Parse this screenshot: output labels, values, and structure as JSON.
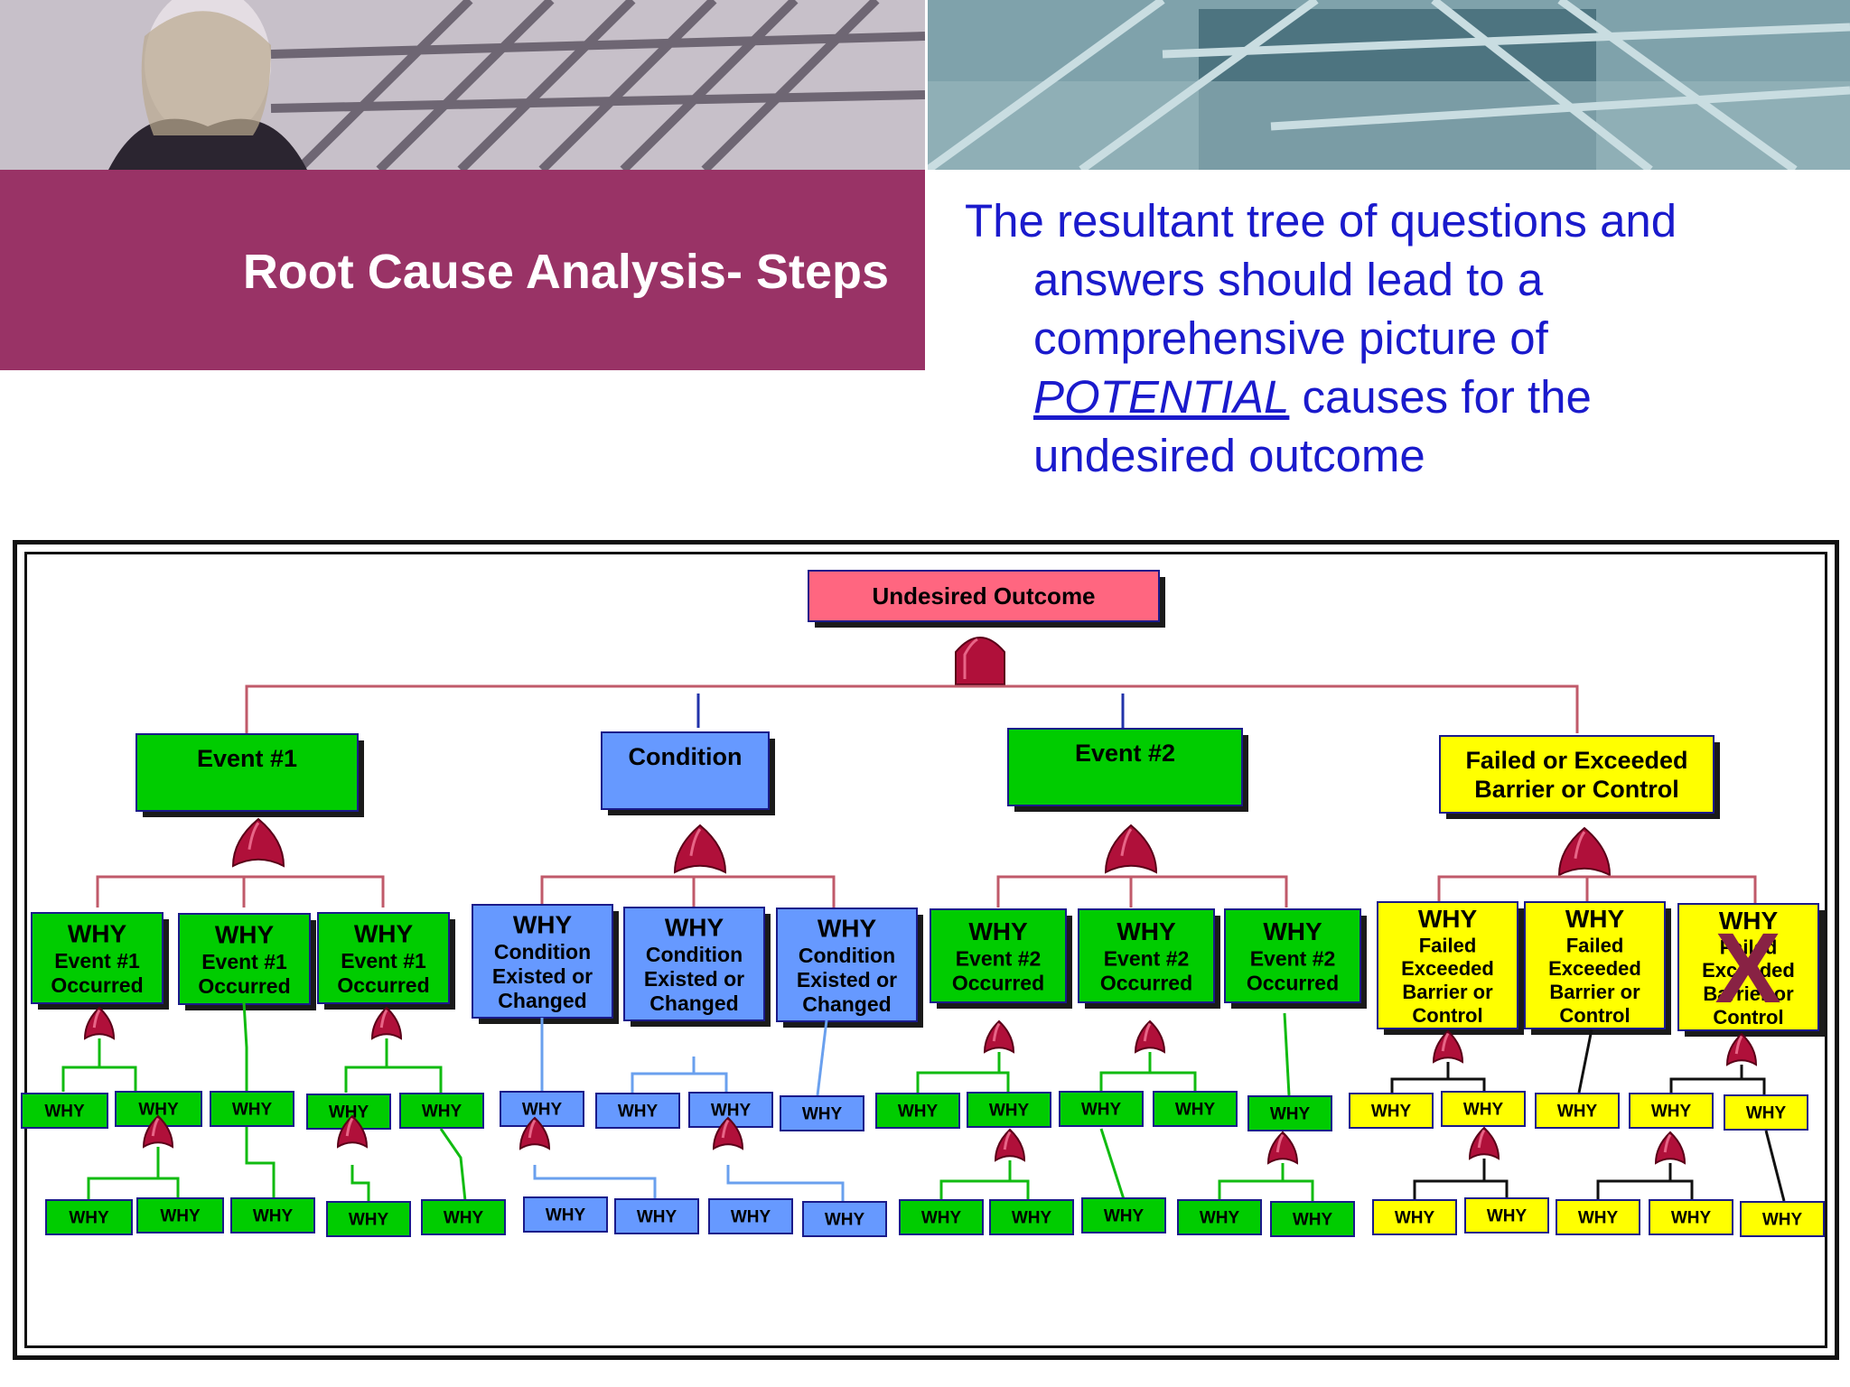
{
  "header": {
    "title": "Root Cause Analysis- Steps"
  },
  "body": {
    "line1": "The resultant tree of questions and",
    "line2": "answers should lead to a",
    "line3": "comprehensive picture of",
    "line4_em": "POTENTIAL",
    "line4_rest": " causes for the",
    "line5": "undesired outcome"
  },
  "colors": {
    "title_band": "#993366",
    "body_text": "#1a1acc",
    "event": "#00cc00",
    "condition": "#6699ff",
    "barrier": "#ffff00",
    "outcome": "#ff6680",
    "gate": "#b0103a",
    "cross_mark": "#882244"
  },
  "tree": {
    "root": "Undesired Outcome",
    "branches": [
      {
        "lines": [
          "Event #1"
        ],
        "color": "event"
      },
      {
        "lines": [
          "Condition"
        ],
        "color": "condition"
      },
      {
        "lines": [
          "Event #2"
        ],
        "color": "event"
      },
      {
        "lines": [
          "Failed or Exceeded",
          "Barrier or Control"
        ],
        "color": "barrier"
      }
    ],
    "whyBoxes": [
      [
        "WHY",
        "Event #1",
        "Occurred"
      ],
      [
        "WHY",
        "Event #1",
        "Occurred"
      ],
      [
        "WHY",
        "Event #1",
        "Occurred"
      ],
      [
        "WHY",
        "Condition",
        "Existed or",
        "Changed"
      ],
      [
        "WHY",
        "Condition",
        "Existed or",
        "Changed"
      ],
      [
        "WHY",
        "Condition",
        "Existed or",
        "Changed"
      ],
      [
        "WHY",
        "Event #2",
        "Occurred"
      ],
      [
        "WHY",
        "Event #2",
        "Occurred"
      ],
      [
        "WHY",
        "Event #2",
        "Occurred"
      ],
      [
        "WHY",
        "Failed",
        "Exceeded",
        "Barrier or",
        "Control"
      ],
      [
        "WHY",
        "Failed",
        "Exceeded",
        "Barrier or",
        "Control"
      ],
      [
        "WHY",
        "Failed",
        "Exceeded",
        "Barrier or",
        "Control"
      ]
    ],
    "small_label": "WHY",
    "cross_out": "X"
  }
}
